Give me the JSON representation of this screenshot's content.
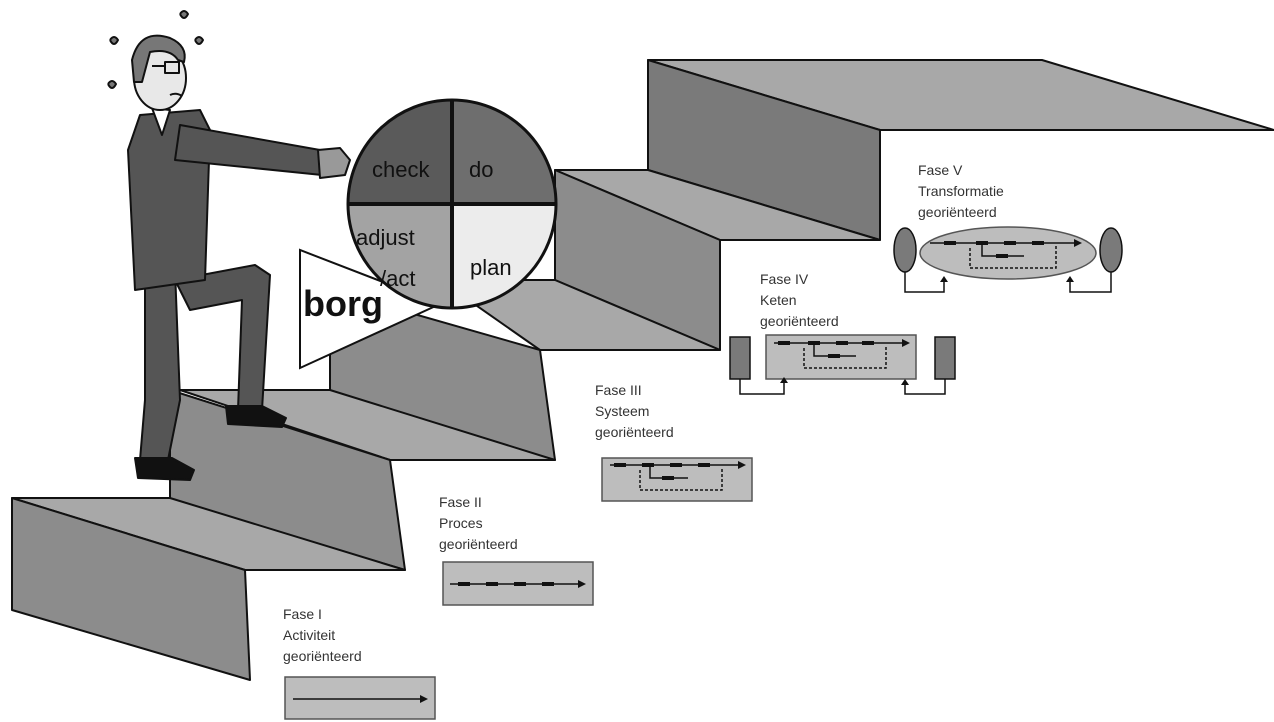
{
  "phases": [
    {
      "lines": [
        "Fase I",
        "Activiteit",
        "georiënteerd"
      ]
    },
    {
      "lines": [
        "Fase II",
        "Proces",
        "georiënteerd"
      ]
    },
    {
      "lines": [
        "Fase III",
        "Systeem",
        "georiënteerd"
      ]
    },
    {
      "lines": [
        "Fase IV",
        "Keten",
        "georiënteerd"
      ]
    },
    {
      "lines": [
        "Fase V",
        "Transformatie",
        "georiënteerd"
      ]
    }
  ],
  "pdca": {
    "check": "check",
    "do": "do",
    "adjust_line1": "adjust",
    "adjust_line2": "/act",
    "plan": "plan"
  },
  "borg": "borg",
  "colors": {
    "riser": "#8c8c8c",
    "tread": "#a8a8a8",
    "wall": "#7a7a7a",
    "check_quadrant": "#5a5a5a",
    "do_quadrant": "#6e6e6e",
    "adjust_quadrant": "#a3a3a3",
    "plan_quadrant": "#ececec",
    "phase_box": "#bdbdbd",
    "suit": "#555555"
  }
}
